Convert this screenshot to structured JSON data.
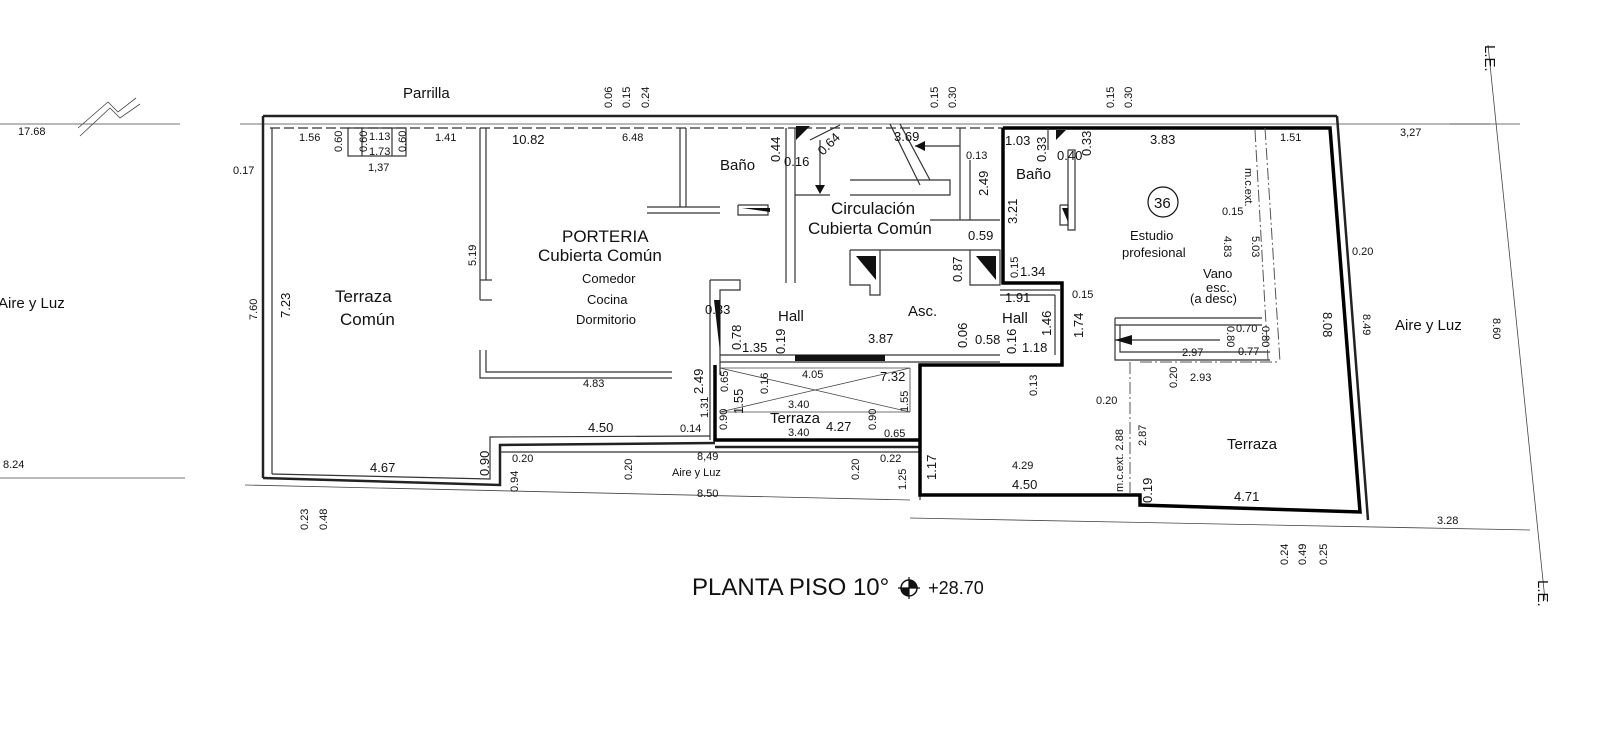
{
  "caption": {
    "title": "PLANTA PISO 10°",
    "level": "+28.70"
  },
  "line_labels": {
    "le": "L.E."
  },
  "rooms": {
    "parrilla": "Parrilla",
    "terraza_comun_1": "Terraza",
    "terraza_comun_2": "Común",
    "porteria": "PORTERIA",
    "cubierta_comun": "Cubierta Común",
    "comedor": "Comedor",
    "cocina": "Cocina",
    "dormitorio": "Dormitorio",
    "bano": "Baño",
    "circulacion": "Circulación",
    "cubierta_comun_2": "Cubierta Común",
    "hall": "Hall",
    "asc": "Asc.",
    "terraza_small": "Terraza",
    "aire_luz": "Aire y Luz",
    "unit_number": "36",
    "estudio": "Estudio",
    "profesional": "profesional",
    "vano": "Vano",
    "esc": "esc.",
    "a_desc": "(a desc)",
    "terraza_right": "Terraza",
    "mcext": "m.c.ext.",
    "mcext2": "m.c.ext. 2.88"
  },
  "dims": {
    "d17_68": "17.68",
    "d0_17": "0.17",
    "d8_24": "8.24",
    "d1_56": "1.56",
    "d0_60a": "0.60",
    "d1_13": "1.13",
    "d1_73": "1.73",
    "d0_60b": "0.60",
    "d0_60c": "0.60",
    "d1_41": "1.41",
    "d1_37": "1,37",
    "d7_60": "7.60",
    "d7_23": "7.23",
    "d10_82": "10.82",
    "d6_48": "6.48",
    "d0_06a": "0.06",
    "d0_15a": "0.15",
    "d0_24a": "0.24",
    "d5_19": "5.19",
    "d4_83a": "4.83",
    "d4_50a": "4.50",
    "d4_67": "4.67",
    "d0_90a": "0.90",
    "d0_20a": "0.20",
    "d0_94": "0.94",
    "d0_20b": "0.20",
    "d0_23": "0.23",
    "d0_48": "0.48",
    "d8_49a": "8,49",
    "d8_50": "8.50",
    "d0_44": "0.44",
    "d0_16a": "0.16",
    "d0_64": "0.64",
    "d3_69": "3.69",
    "d0_15b": "0.15",
    "d0_30a": "0.30",
    "d0_13a": "0.13",
    "d2_49a": "2.49",
    "d0_59": "0.59",
    "d0_87": "0.87",
    "d0_33a": "0.33",
    "d0_78": "0.78",
    "d1_35": "1.35",
    "d0_19a": "0.19",
    "d3_87": "3.87",
    "d0_06b": "0.06",
    "d0_58": "0.58",
    "d0_16b": "0.16",
    "d1_18": "1.18",
    "d1_46": "1.46",
    "d1_74": "1.74",
    "d0_15c": "0.15",
    "d1_91": "1.91",
    "d1_34": "1.34",
    "d0_15d": "0.15",
    "d3_21": "3.21",
    "d1_03": "1.03",
    "d0_33b": "0.33",
    "d0_40": "0.40",
    "d0_33c": "0.33",
    "d3_83": "3.83",
    "d0_15e": "0.15",
    "d0_30b": "0.30",
    "d1_51": "1.51",
    "d3_27": "3,27",
    "d0_15f": "0.15",
    "d4_83b": "4.83",
    "d5_03": "5.03",
    "d0_20c": "0.20",
    "d8_08": "8.08",
    "d8_49b": "8.49",
    "d8_60": "8.60",
    "d0_70": "0.70",
    "d0_77": "0.77",
    "d0_80a": "0.80",
    "d0_80b": "0.80",
    "d2_97": "2.97",
    "d2_93": "2.93",
    "d0_20d": "0.20",
    "d0_20e": "0.20",
    "d2_87": "2.87",
    "d0_19b": "0.19",
    "d4_29": "4.29",
    "d4_50b": "4.50",
    "d4_71": "4.71",
    "d0_13b": "0.13",
    "d1_17": "1.17",
    "d0_22": "0.22",
    "d1_25": "1.25",
    "d0_20f": "0.20",
    "d0_65a": "0.65",
    "d0_16c": "0.16",
    "d4_05": "4.05",
    "d7_32": "7.32",
    "d2_49b": "2.49",
    "d1_55a": "1.55",
    "d3_40a": "3.40",
    "d1_31": "1.31",
    "d0_90b": "0.90",
    "d0_14": "0.14",
    "d3_40b": "3.40",
    "d4_27": "4.27",
    "d0_90c": "0.90",
    "d0_65b": "0.65",
    "d1_55b": "1.55",
    "d0_24b": "0.24",
    "d0_49": "0.49",
    "d0_25": "0.25",
    "d3_28": "3.28"
  }
}
